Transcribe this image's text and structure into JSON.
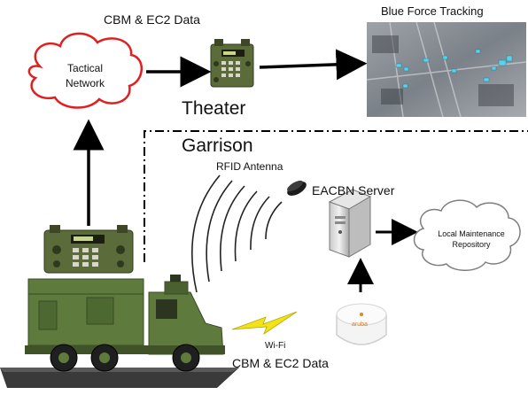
{
  "labels": {
    "cbm_data_top": "CBM & EC2 Data",
    "blue_force": "Blue Force  Tracking",
    "tactical_network": "Tactical\nNetwork",
    "theater": "Theater",
    "garrison": "Garrison",
    "rfid_antenna": "RFID Antenna",
    "eacbn_server": "EACBN Server",
    "local_repo": "Local Maintenance\nRepository",
    "wifi": "Wi-Fi",
    "cbm_data_bottom": "CBM & EC2 Data",
    "ap_brand": "aruba"
  },
  "colors": {
    "cloud_red": "#e02020",
    "cloud_gray": "#7f7f7f",
    "radio_green": "#5b6b3a",
    "truck_green": "#5e7a3c",
    "arrow": "#000000",
    "lightning": "#f2e21a",
    "map_bg": "#8d9299"
  }
}
